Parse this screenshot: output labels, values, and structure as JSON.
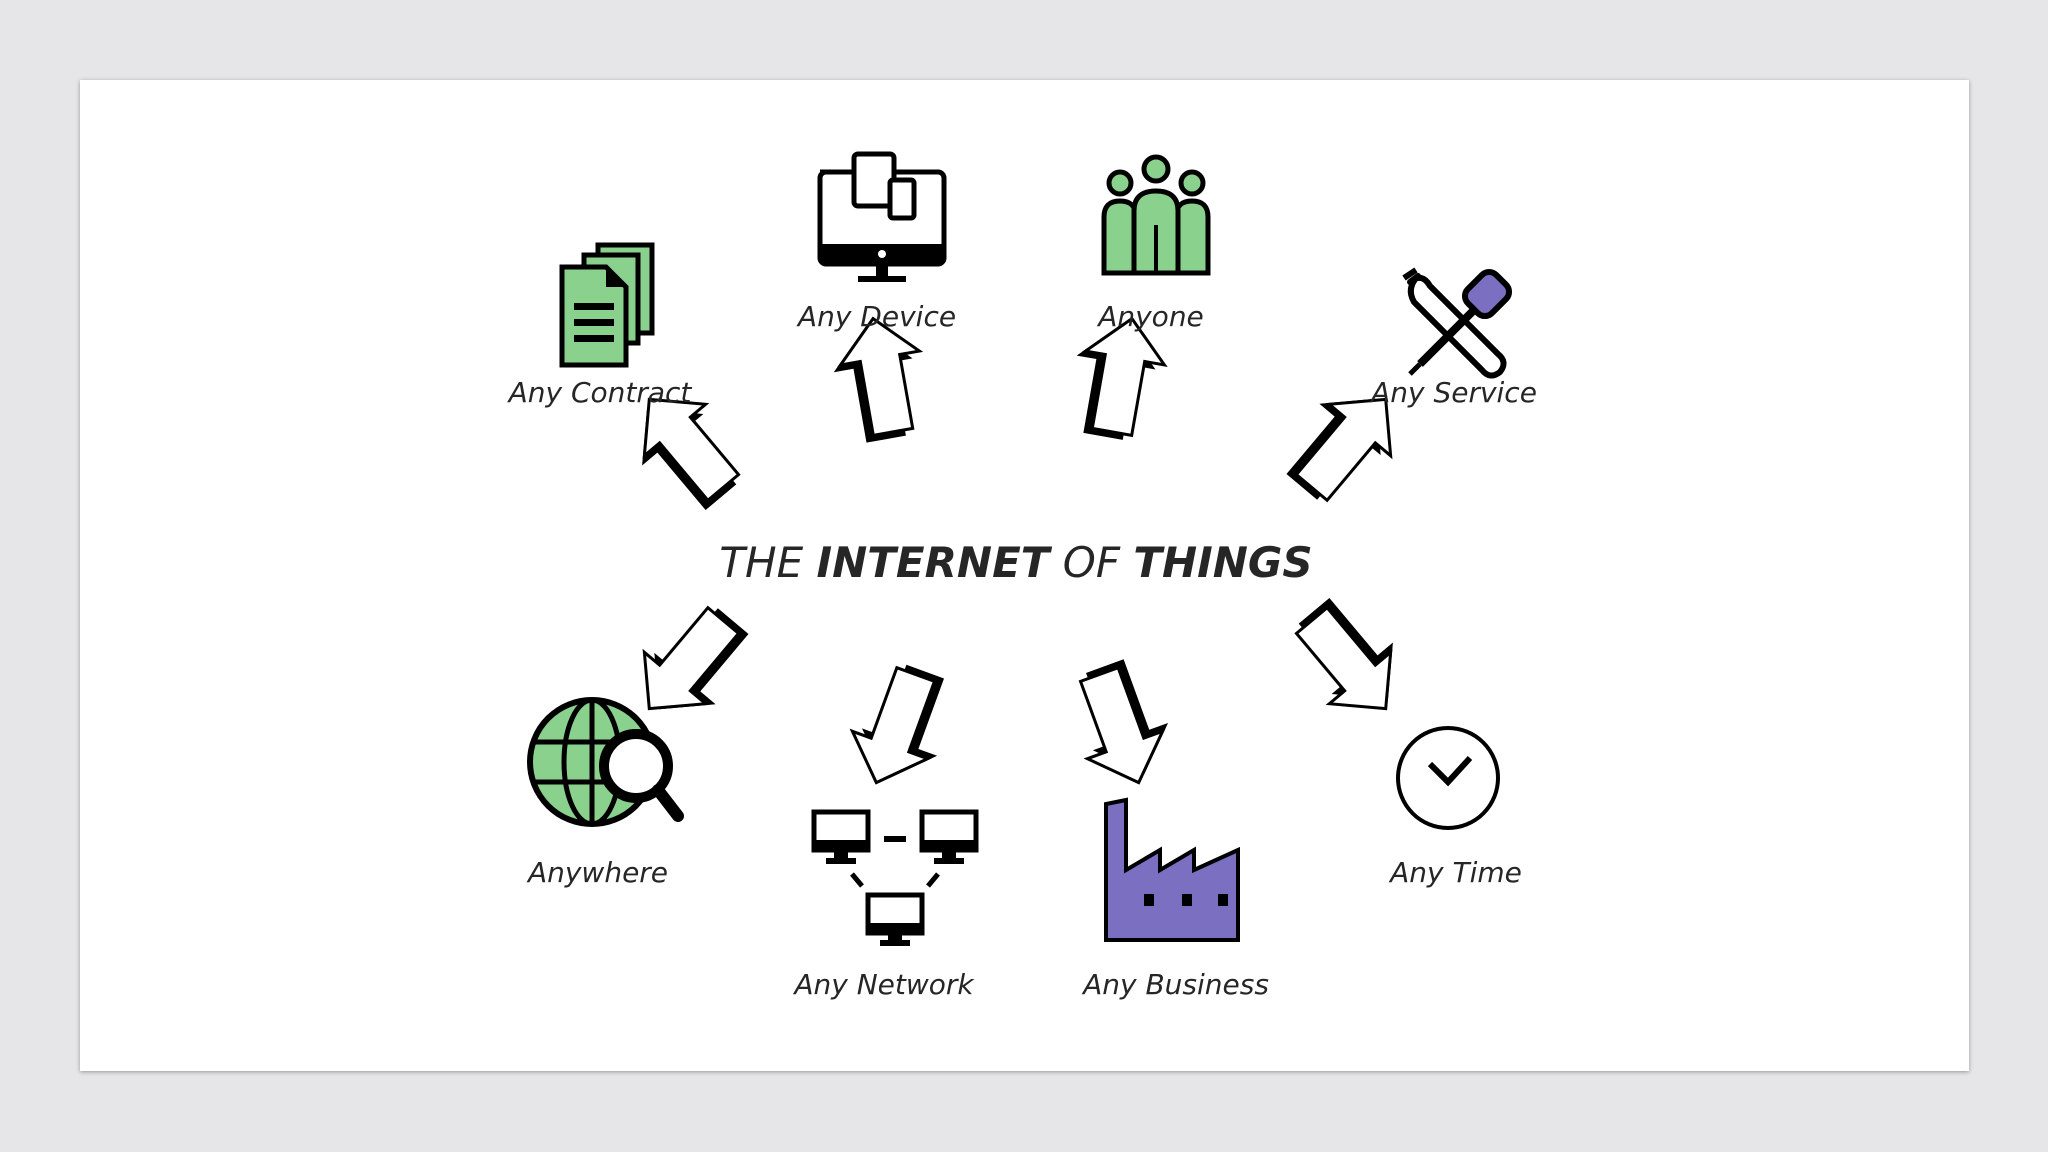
{
  "slide": {
    "title": {
      "part1": "THE",
      "part2": "INTERNET",
      "part3": "OF",
      "part4": "THINGS"
    },
    "nodes": [
      {
        "id": "device",
        "label": "Any Device",
        "icon": "monitor-devices-icon"
      },
      {
        "id": "anyone",
        "label": "Anyone",
        "icon": "people-group-icon"
      },
      {
        "id": "contract",
        "label": "Any Contract",
        "icon": "documents-icon"
      },
      {
        "id": "service",
        "label": "Any Service",
        "icon": "tools-icon"
      },
      {
        "id": "anywhere",
        "label": "Anywhere",
        "icon": "globe-search-icon"
      },
      {
        "id": "time",
        "label": "Any Time",
        "icon": "clock-icon"
      },
      {
        "id": "network",
        "label": "Any Network",
        "icon": "network-computers-icon"
      },
      {
        "id": "business",
        "label": "Any Business",
        "icon": "factory-icon"
      }
    ],
    "colors": {
      "green": "#8bd18e",
      "purple": "#7a6fc0",
      "text": "#262626"
    }
  }
}
